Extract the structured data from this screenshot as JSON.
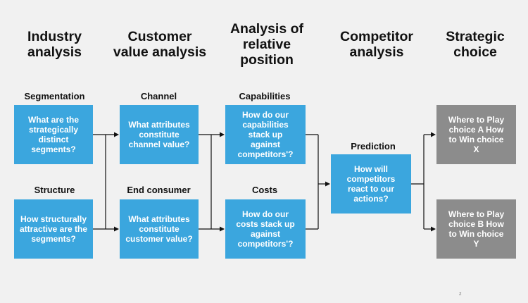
{
  "columns": [
    {
      "title": "Industry\nanalysis"
    },
    {
      "title": "Customer\nvalue analysis"
    },
    {
      "title": "Analysis of\nrelative\nposition"
    },
    {
      "title": "Competitor\nanalysis"
    },
    {
      "title": "Strategic\nchoice"
    }
  ],
  "industry": {
    "segmentation": {
      "label": "Segmentation",
      "text": "What are the strategically distinct segments?"
    },
    "structure": {
      "label": "Structure",
      "text": "How structurally attractive are the segments?"
    }
  },
  "customer": {
    "channel": {
      "label": "Channel",
      "text": "What attributes constitute channel value?"
    },
    "end_consumer": {
      "label": "End consumer",
      "text": "What attributes constitute customer value?"
    }
  },
  "relative": {
    "capabilities": {
      "label": "Capabilities",
      "text": "How do our capabilities stack up against competitors'?"
    },
    "costs": {
      "label": "Costs",
      "text": "How do our costs stack up against competitors'?"
    }
  },
  "competitor": {
    "prediction": {
      "label": "Prediction",
      "text": "How will competitors react to our actions?"
    }
  },
  "choice": {
    "a": {
      "text": "Where to Play choice A How to Win choice X"
    },
    "b": {
      "text": "Where to Play choice B How to Win choice Y"
    }
  },
  "colors": {
    "blue": "#3ba6de",
    "grey": "#8c8c8c",
    "line": "#111111"
  },
  "footer_mark": "z"
}
